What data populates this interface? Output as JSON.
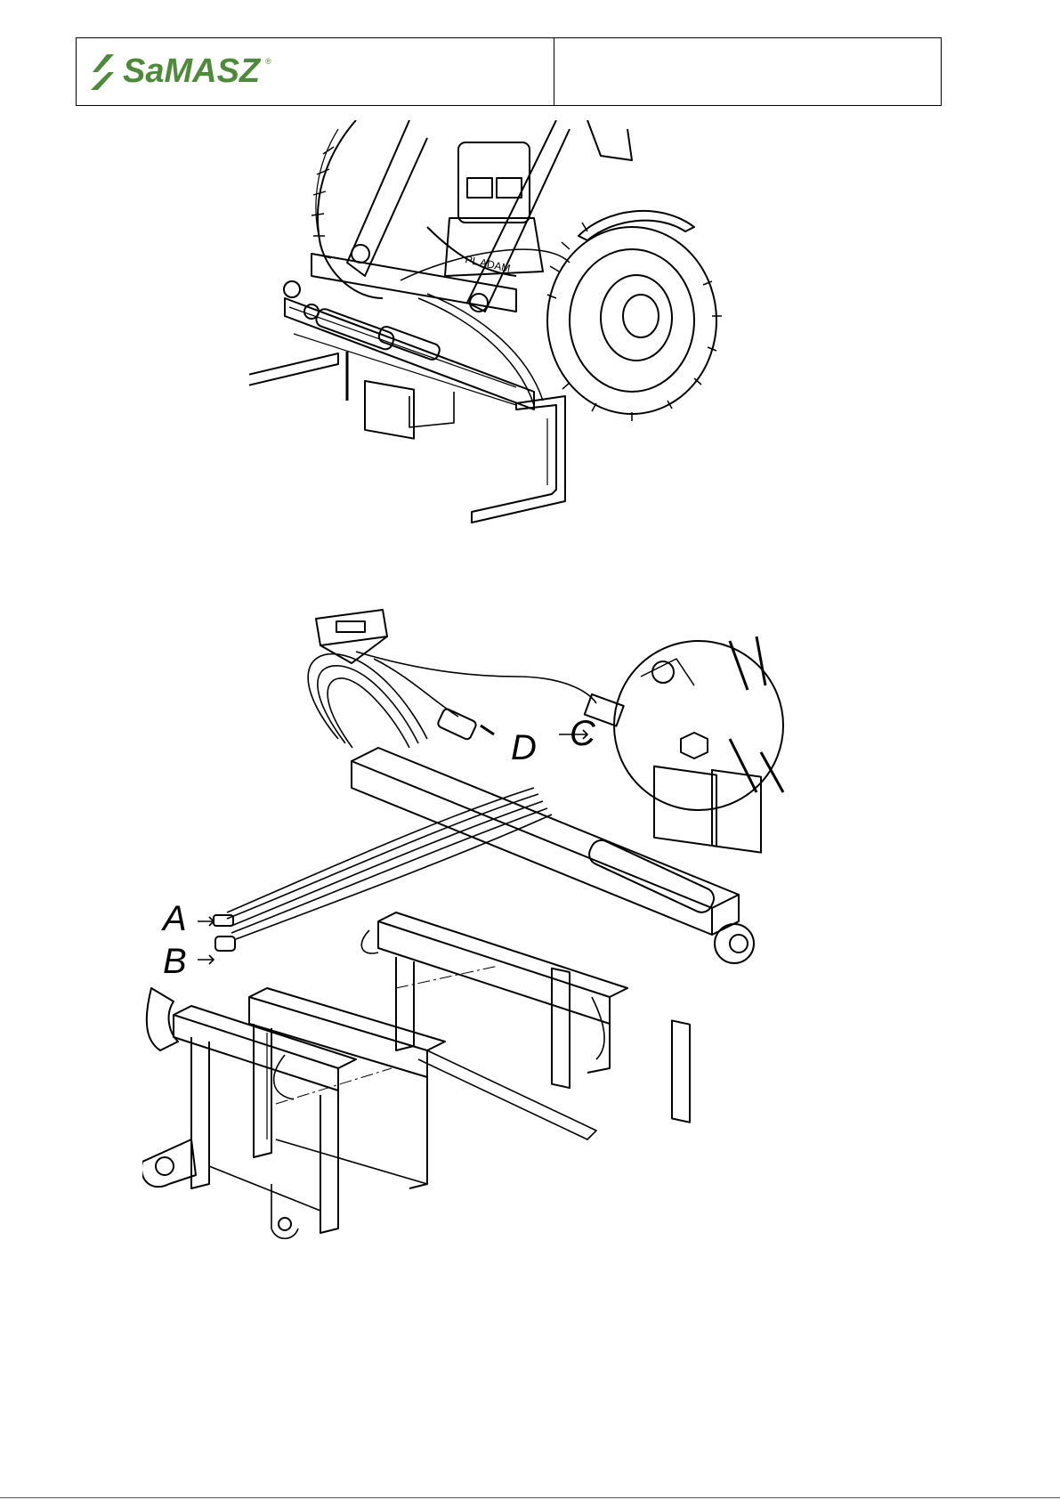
{
  "header": {
    "brand": "SaMASZ",
    "registered_mark": "®",
    "right_cell": ""
  },
  "figure_top": {
    "tractor_marking": "PL ADAM"
  },
  "figure_bottom": {
    "callouts": {
      "a": "A",
      "b": "B",
      "c": "C",
      "d": "D"
    }
  },
  "colors": {
    "brand_green": "#4f8a3a",
    "line": "#000000"
  },
  "icons": {
    "logo": "samasz-slash-logo-icon"
  }
}
